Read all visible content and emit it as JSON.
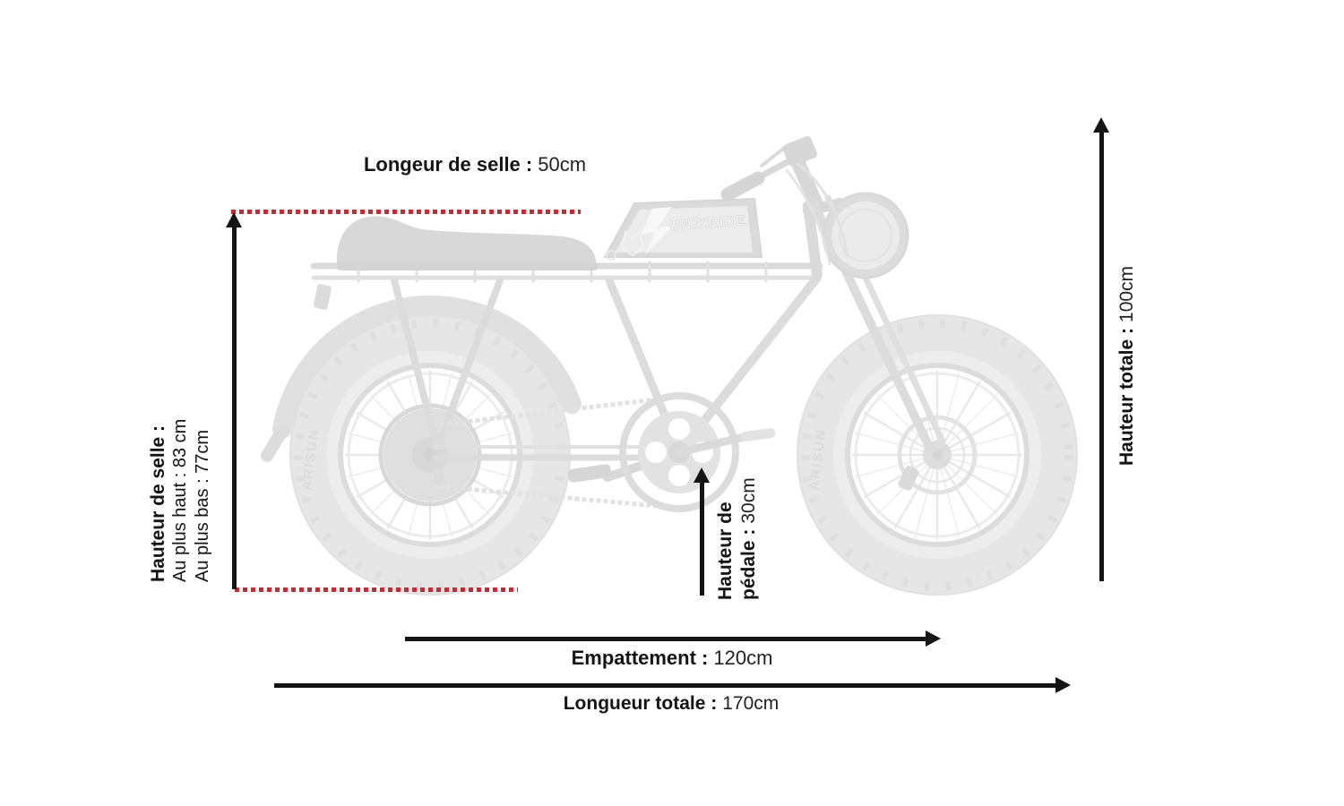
{
  "page": {
    "background": "#ffffff"
  },
  "colors": {
    "accent_red": "#c52b30",
    "arrow_black": "#141414",
    "bike_gray": "#9a9a9a"
  },
  "dimensions": {
    "seat_length": {
      "label": "Longeur de selle :",
      "value": "50cm"
    },
    "seat_height": {
      "label": "Hauteur de selle :",
      "highest": "Au plus haut : 83 cm",
      "lowest": "Au plus bas : 77cm"
    },
    "pedal_height": {
      "label_top": "Hauteur de",
      "label_bottom": "pédale :",
      "value": "30cm"
    },
    "total_height": {
      "label": "Hauteur totale :",
      "value": "100cm"
    },
    "wheelbase": {
      "label": "Empattement :",
      "value": "120cm"
    },
    "total_length": {
      "label": "Longueur totale :",
      "value": "170cm"
    }
  },
  "bike": {
    "brand": "UNIKRIDE",
    "tire_brand": "ARISUN"
  }
}
